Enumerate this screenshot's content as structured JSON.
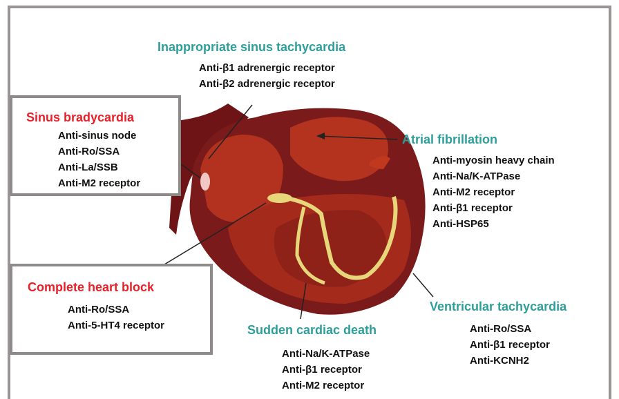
{
  "conditions": {
    "ist": {
      "title": "Inappropriate sinus tachycardia",
      "items": [
        "Anti-β1 adrenergic receptor",
        "Anti-β2 adrenergic receptor"
      ]
    },
    "sb": {
      "title": "Sinus bradycardia",
      "items": [
        "Anti-sinus node",
        "Anti-Ro/SSA",
        "Anti-La/SSB",
        "Anti-M2 receptor"
      ]
    },
    "af": {
      "title": "Atrial fibrillation",
      "items": [
        "Anti-myosin heavy chain",
        "Anti-Na/K-ATPase",
        "Anti-M2 receptor",
        "Anti-β1 receptor",
        "Anti-HSP65"
      ]
    },
    "chb": {
      "title": "Complete heart block",
      "items": [
        "Anti-Ro/SSA",
        "Anti-5-HT4 receptor"
      ]
    },
    "vt": {
      "title": "Ventricular tachycardia",
      "items": [
        "Anti-Ro/SSA",
        "Anti-β1 receptor",
        "Anti-KCNH2"
      ]
    },
    "scd": {
      "title": "Sudden cardiac death",
      "items": [
        "Anti-Na/K-ATPase",
        "Anti-β1 receptor",
        "Anti-M2 receptor"
      ]
    }
  },
  "colors": {
    "teal": "#2e9e9a",
    "red": "#e8202a",
    "heart_dark": "#7a1a1a",
    "heart_mid": "#a52a1e",
    "conduction": "#e8d77a",
    "box_border": "#8f8a8a"
  }
}
